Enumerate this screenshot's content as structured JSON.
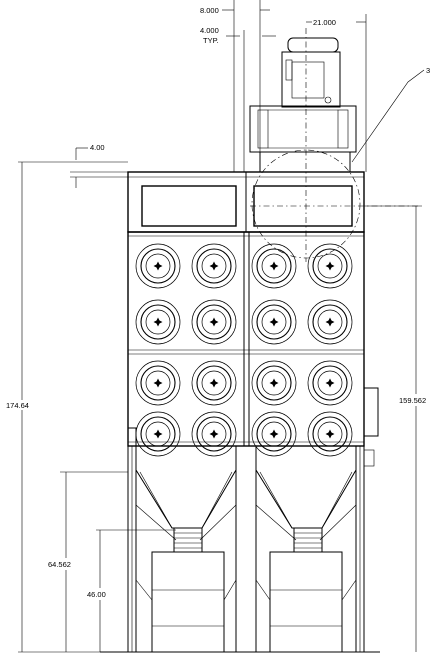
{
  "drawing": {
    "dimensions": {
      "top_width_a": "8.000",
      "top_width_b": "4.000",
      "top_width_b_note": "TYP.",
      "motor_offset": "21.000",
      "header_offset": "4.00",
      "overall_height": "174.64",
      "inlet_height": "159.562",
      "hopper_height": "64.562",
      "bin_height": "46.00"
    },
    "callout_number": "3"
  }
}
